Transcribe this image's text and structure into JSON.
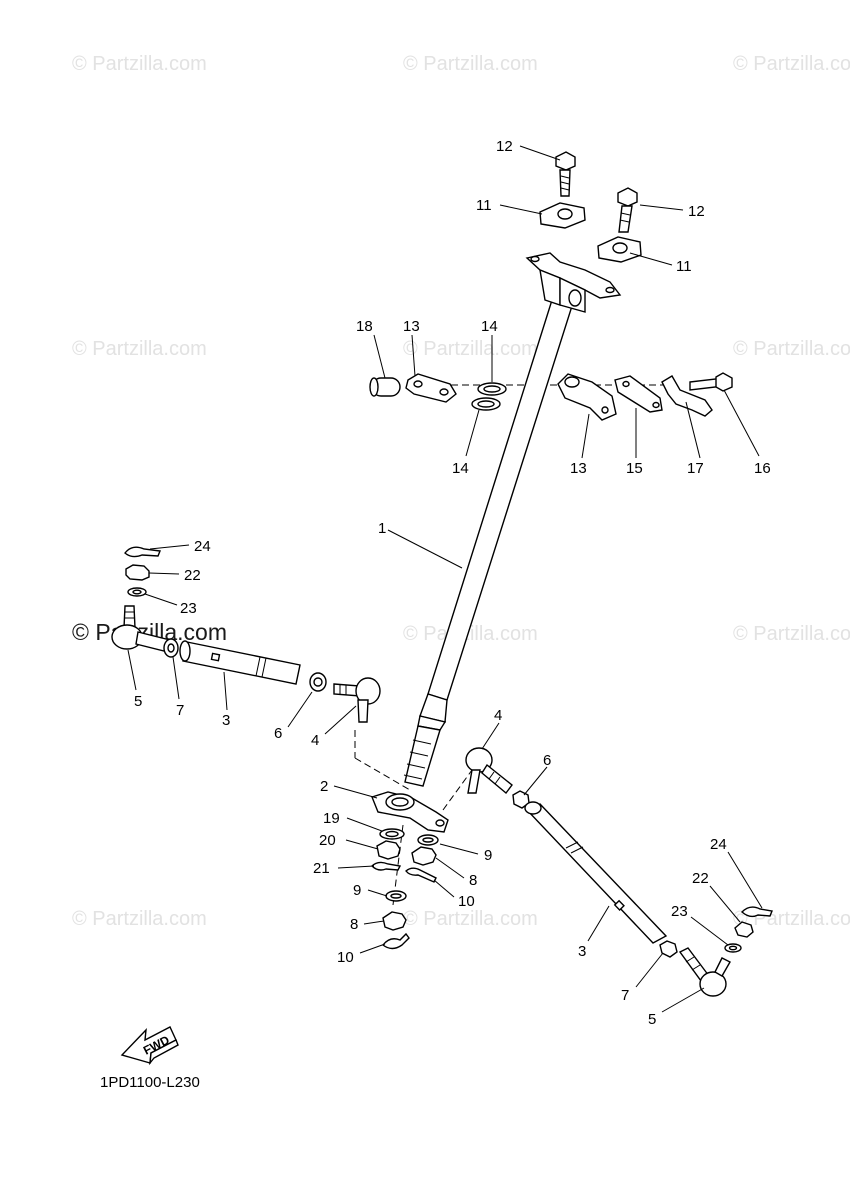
{
  "watermark": {
    "text": "© Partzilla.com",
    "prominent_text": "© Partzilla.com"
  },
  "diagram_code": "1PD1100-L230",
  "fwd_label": "FWD",
  "callouts": [
    {
      "id": "c12a",
      "label": "12"
    },
    {
      "id": "c12b",
      "label": "12"
    },
    {
      "id": "c11a",
      "label": "11"
    },
    {
      "id": "c11b",
      "label": "11"
    },
    {
      "id": "c18",
      "label": "18"
    },
    {
      "id": "c13a",
      "label": "13"
    },
    {
      "id": "c14a",
      "label": "14"
    },
    {
      "id": "c14b",
      "label": "14"
    },
    {
      "id": "c13b",
      "label": "13"
    },
    {
      "id": "c15",
      "label": "15"
    },
    {
      "id": "c17",
      "label": "17"
    },
    {
      "id": "c16",
      "label": "16"
    },
    {
      "id": "c1",
      "label": "1"
    },
    {
      "id": "c24a",
      "label": "24"
    },
    {
      "id": "c22a",
      "label": "22"
    },
    {
      "id": "c23a",
      "label": "23"
    },
    {
      "id": "c5a",
      "label": "5"
    },
    {
      "id": "c7a",
      "label": "7"
    },
    {
      "id": "c3a",
      "label": "3"
    },
    {
      "id": "c6a",
      "label": "6"
    },
    {
      "id": "c4a",
      "label": "4"
    },
    {
      "id": "c4b",
      "label": "4"
    },
    {
      "id": "c6b",
      "label": "6"
    },
    {
      "id": "c2",
      "label": "2"
    },
    {
      "id": "c19",
      "label": "19"
    },
    {
      "id": "c20",
      "label": "20"
    },
    {
      "id": "c21",
      "label": "21"
    },
    {
      "id": "c9a",
      "label": "9"
    },
    {
      "id": "c9b",
      "label": "9"
    },
    {
      "id": "c8a",
      "label": "8"
    },
    {
      "id": "c8b",
      "label": "8"
    },
    {
      "id": "c10a",
      "label": "10"
    },
    {
      "id": "c10b",
      "label": "10"
    },
    {
      "id": "c24b",
      "label": "24"
    },
    {
      "id": "c22b",
      "label": "22"
    },
    {
      "id": "c23b",
      "label": "23"
    },
    {
      "id": "c3b",
      "label": "3"
    },
    {
      "id": "c7b",
      "label": "7"
    },
    {
      "id": "c5b",
      "label": "5"
    }
  ]
}
